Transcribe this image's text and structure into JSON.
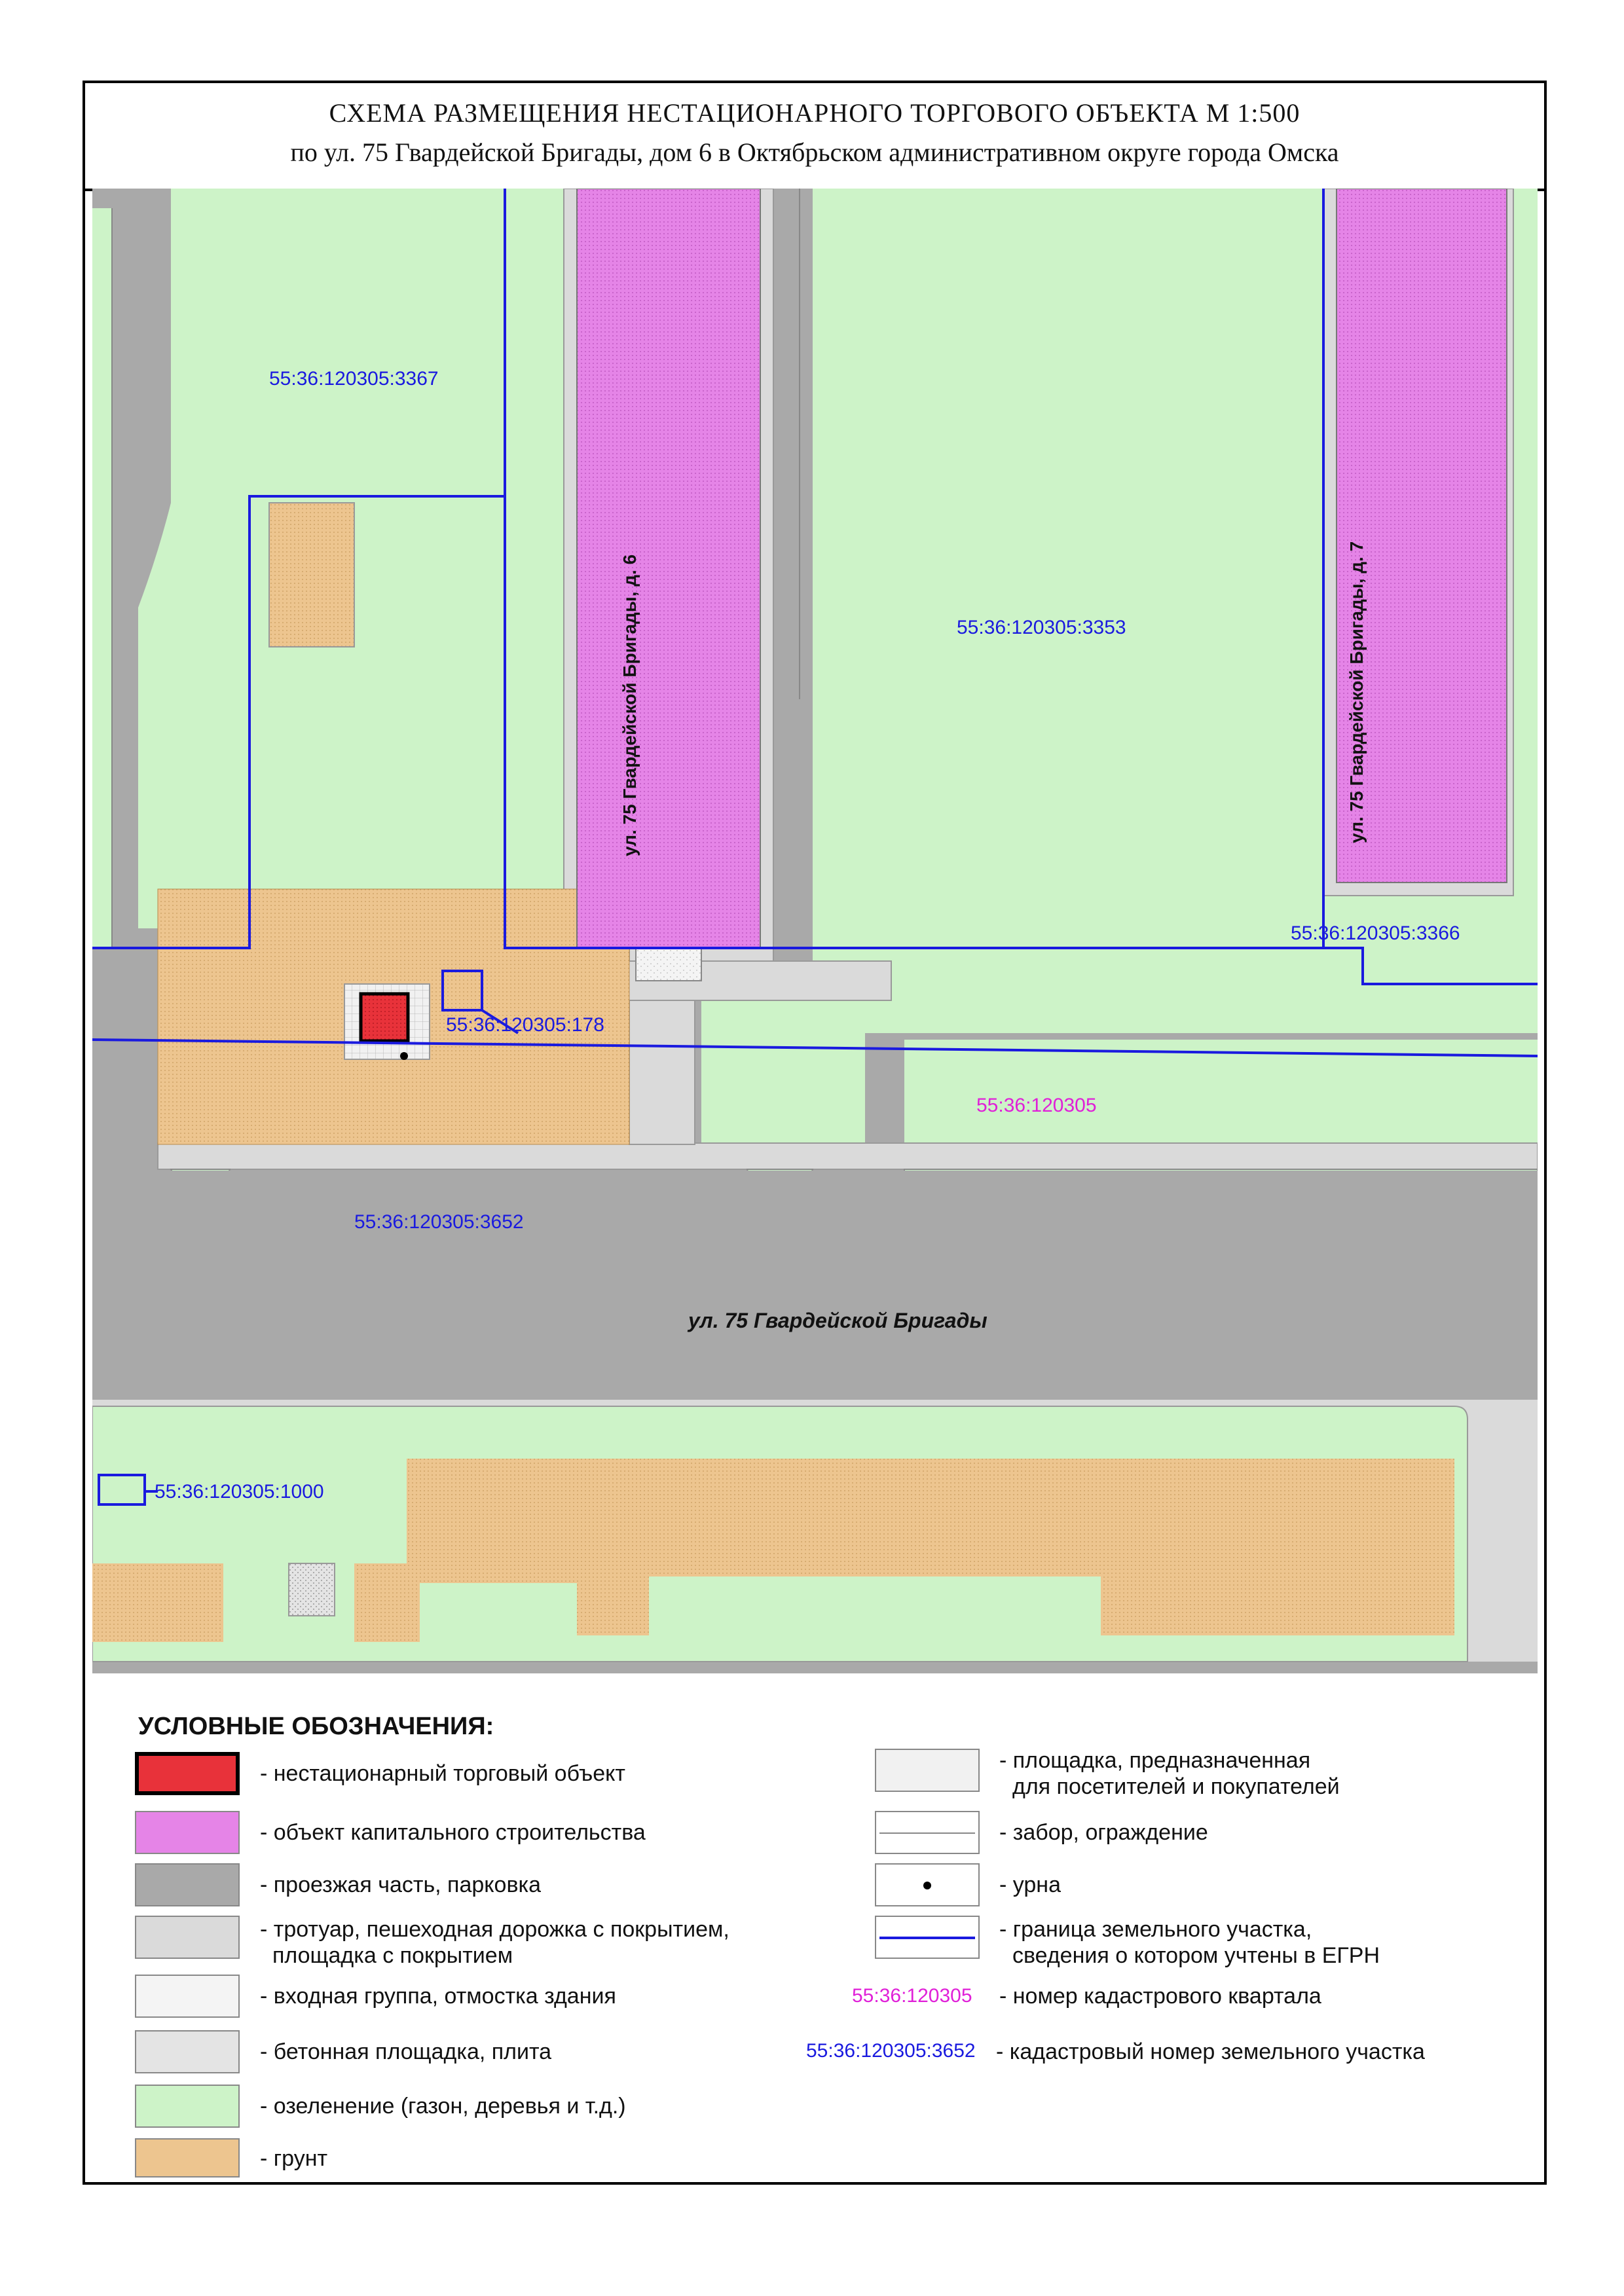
{
  "title": {
    "line1": "СХЕМА РАЗМЕЩЕНИЯ НЕСТАЦИОНАРНОГО ТОРГОВОГО ОБЪЕКТА М 1:500",
    "line2": "по ул. 75 Гвардейской Бригады, дом 6 в Октябрьском административном округе города Омска"
  },
  "colors": {
    "lawn": "#cdf3c8",
    "road": "#a9a9a9",
    "sidewalk": "#dadada",
    "ground": "#edc58f",
    "building": "#e584e7",
    "object": "#e8323a",
    "boundary": "#1a1adf",
    "quarter": "#e020d8",
    "cadastral": "#1a1adf"
  },
  "map": {
    "parcel_3367": "55:36:120305:3367",
    "parcel_3353": "55:36:120305:3353",
    "parcel_3366": "55:36:120305:3366",
    "parcel_178": "55:36:120305:178",
    "parcel_3652": "55:36:120305:3652",
    "parcel_1000": "55:36:120305:1000",
    "quarter": "55:36:120305",
    "building_6": "ул. 75 Гвардейской Бригады, д. 6",
    "building_7": "ул. 75 Гвардейской Бригады, д. 7",
    "street": "ул. 75 Гвардейской Бригады"
  },
  "legend": {
    "heading": "УСЛОВНЫЕ ОБОЗНАЧЕНИЯ:",
    "left": [
      {
        "icon": "red-object-swatch",
        "text1": "- нестационарный торговый объект",
        "text2": ""
      },
      {
        "icon": "building-swatch",
        "text1": "- объект капитального строительства",
        "text2": ""
      },
      {
        "icon": "road-swatch",
        "text1": "- проезжая часть, парковка",
        "text2": ""
      },
      {
        "icon": "sidewalk-swatch",
        "text1": "- тротуар, пешеходная дорожка с покрытием,",
        "text2": "площадка с покрытием"
      },
      {
        "icon": "entrance-swatch",
        "text1": "- входная группа, отмостка здания",
        "text2": ""
      },
      {
        "icon": "concrete-swatch",
        "text1": "- бетонная площадка, плита",
        "text2": ""
      },
      {
        "icon": "lawn-swatch",
        "text1": "- озеленение (газон, деревья и т.д.)",
        "text2": ""
      },
      {
        "icon": "ground-swatch",
        "text1": "- грунт",
        "text2": ""
      }
    ],
    "right": [
      {
        "icon": "visitor-area-swatch",
        "text1": "- площадка, предназначенная",
        "text2": "для посетителей и покупателей"
      },
      {
        "icon": "fence-swatch",
        "text1": "- забор, ограждение",
        "text2": ""
      },
      {
        "icon": "urn-swatch",
        "text1": "- урна",
        "text2": ""
      },
      {
        "icon": "boundary-swatch",
        "text1": "- граница земельного участка,",
        "text2": "сведения о котором учтены в ЕГРН"
      }
    ],
    "quarter_sample": "55:36:120305",
    "quarter_text": "- номер кадастрового квартала",
    "cadastral_sample": "55:36:120305:3652",
    "cadastral_text": "- кадастровый номер земельного участка"
  }
}
